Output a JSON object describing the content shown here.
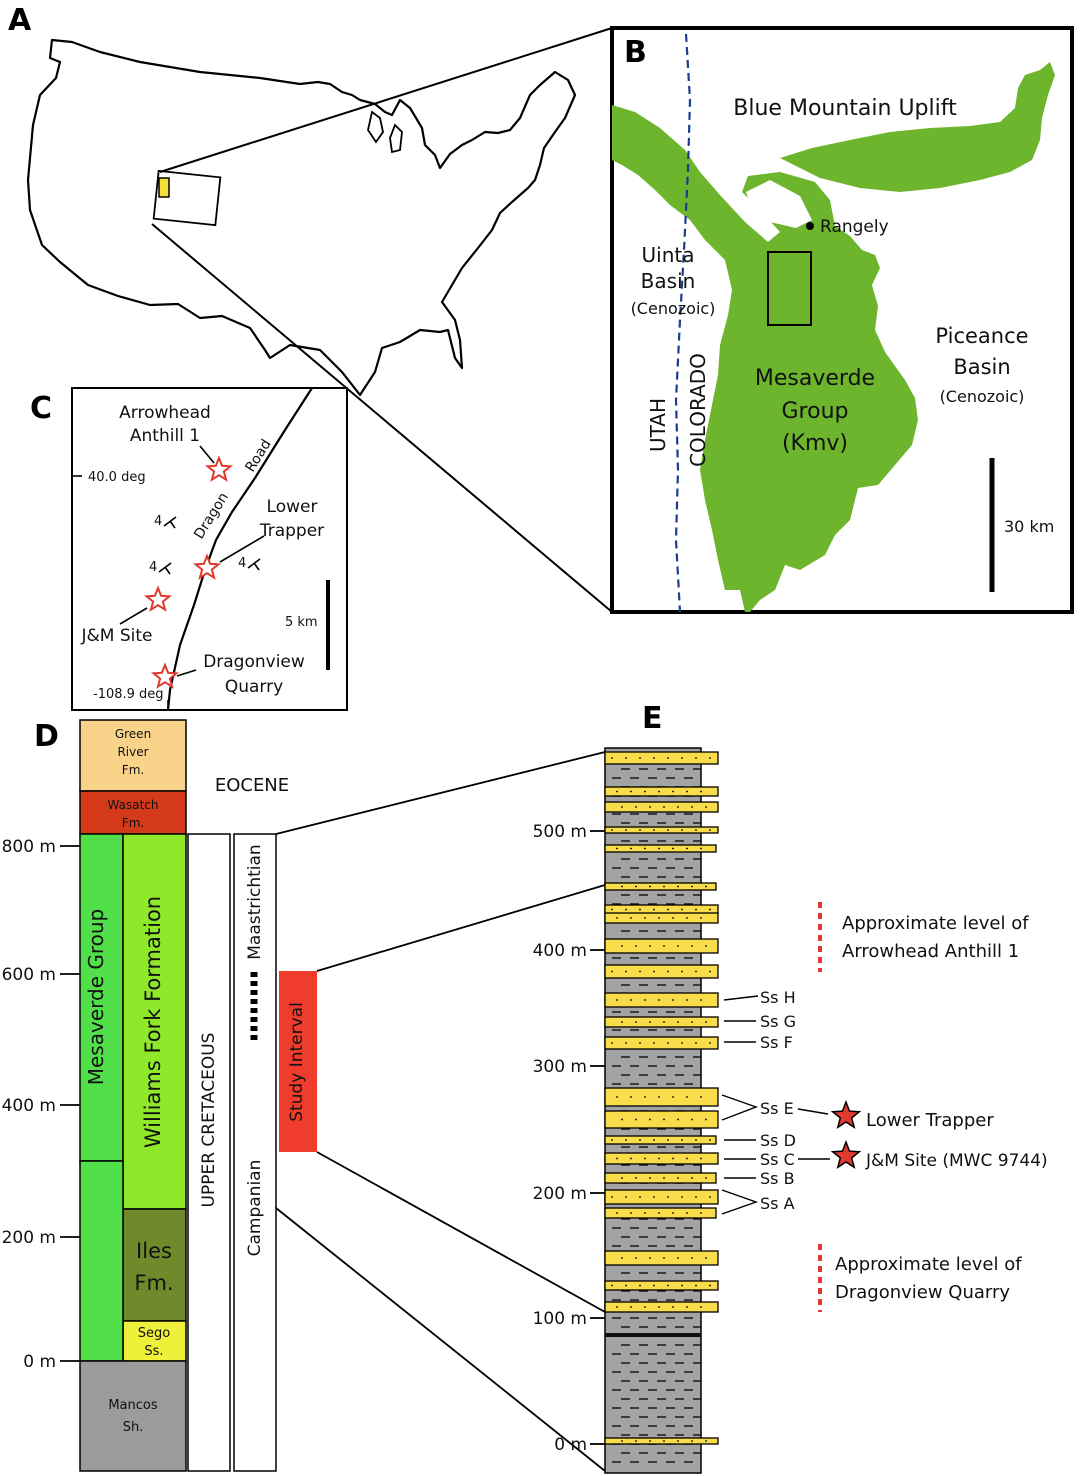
{
  "panel_labels": {
    "a": "A",
    "b": "B",
    "c": "C",
    "d": "D",
    "e": "E"
  },
  "map_b": {
    "uplift": "Blue Mountain Uplift",
    "rangely": "Rangely",
    "uinta_1": "Uinta",
    "uinta_2": "Basin",
    "uinta_3": "(Cenozoic)",
    "utah": "UTAH",
    "colorado": "COLORADO",
    "mesaverde_1": "Mesaverde",
    "mesaverde_2": "Group",
    "mesaverde_3": "(Kmv)",
    "piceance_1": "Piceance",
    "piceance_2": "Basin",
    "piceance_3": "(Cenozoic)",
    "scale": "30 km",
    "colors": {
      "mesaverde": "#6cb52d",
      "state_line": "#1b3d8f"
    }
  },
  "map_c": {
    "arrowhead_1": "Arrowhead",
    "arrowhead_2": "Anthill 1",
    "lat": "40.0 deg",
    "lon": "-108.9 deg",
    "road_1": "Road",
    "road_2": "Dragon",
    "lower_1": "Lower",
    "lower_2": "Trapper",
    "dip_1": "4",
    "dip_2": "4",
    "dip_3": "4",
    "jm": "J&M Site",
    "dragonview_1": "Dragonview",
    "dragonview_2": "Quarry",
    "scale": "5 km",
    "star_color": "#e03a30"
  },
  "column_d": {
    "green_river_1": "Green",
    "green_river_2": "River",
    "green_river_3": "Fm.",
    "wasatch_1": "Wasatch",
    "wasatch_2": "Fm.",
    "eocene": "EOCENE",
    "mesaverde": "Mesaverde Group",
    "williams_fork": "Williams Fork Formation",
    "iles_1": "Iles",
    "iles_2": "Fm.",
    "sego_1": "Sego",
    "sego_2": "Ss.",
    "mancos_1": "Mancos",
    "mancos_2": "Sh.",
    "upper_cretaceous": "UPPER CRETACEOUS",
    "maastrichtian": "Maastrichtian",
    "campanian": "Campanian",
    "study_interval": "Study Interval",
    "ticks": [
      "800 m",
      "600 m",
      "400 m",
      "200 m",
      "0 m"
    ],
    "colors": {
      "green_river": "#fad38a",
      "wasatch": "#d4391a",
      "mesaverde": "#52e04a",
      "williams_fork": "#8fe82a",
      "iles": "#6e8a2a",
      "sego": "#eef03a",
      "mancos": "#9b9b9b",
      "study": "#f03c2c"
    }
  },
  "column_e": {
    "ticks": [
      "500 m",
      "400 m",
      "300 m",
      "200 m",
      "100 m",
      "0 m"
    ],
    "ss_h": "Ss H",
    "ss_g": "Ss G",
    "ss_f": "Ss F",
    "ss_e": "Ss E",
    "ss_d": "Ss D",
    "ss_c": "Ss C",
    "ss_b": "Ss B",
    "ss_a": "Ss A",
    "lower_trapper": "Lower Trapper",
    "jm_site": "J&M Site  (MWC 9744)",
    "arrowhead_1": "Approximate level of",
    "arrowhead_2": "Arrowhead Anthill 1",
    "dragonview_1": "Approximate level of",
    "dragonview_2": "Dragonview Quarry",
    "colors": {
      "sandstone": "#f9dc4a",
      "mudstone": "#a3a3a3",
      "marker": "#e03a30"
    }
  }
}
